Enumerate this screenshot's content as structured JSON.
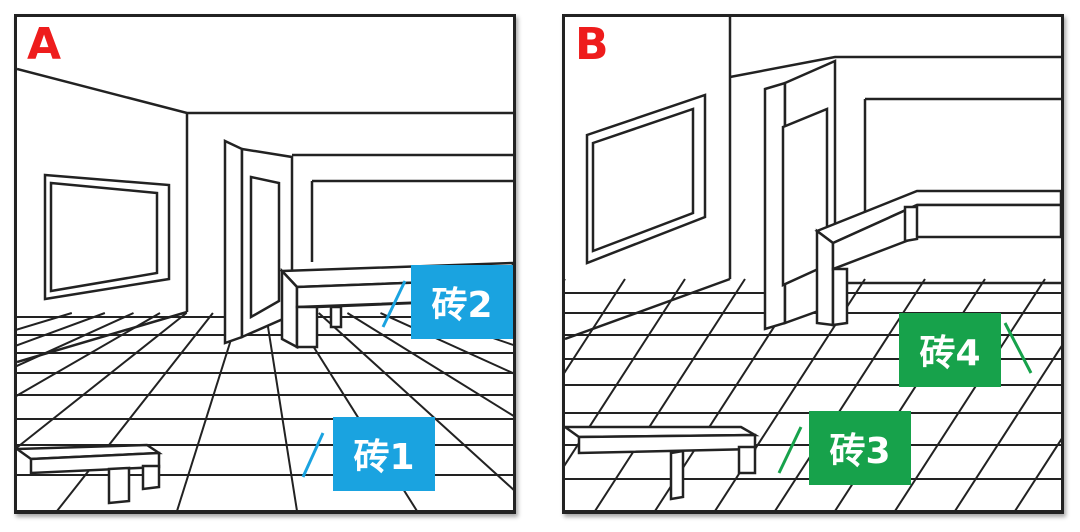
{
  "panels": [
    {
      "letter": "A",
      "tiles": [
        {
          "label": "砖2",
          "color": "#1aa3e0"
        },
        {
          "label": "砖1",
          "color": "#1aa3e0"
        }
      ]
    },
    {
      "letter": "B",
      "tiles": [
        {
          "label": "砖4",
          "color": "#17a24b"
        },
        {
          "label": "砖3",
          "color": "#17a24b"
        }
      ]
    }
  ],
  "colors": {
    "letter": "#ee1c1c",
    "line": "#222222"
  }
}
